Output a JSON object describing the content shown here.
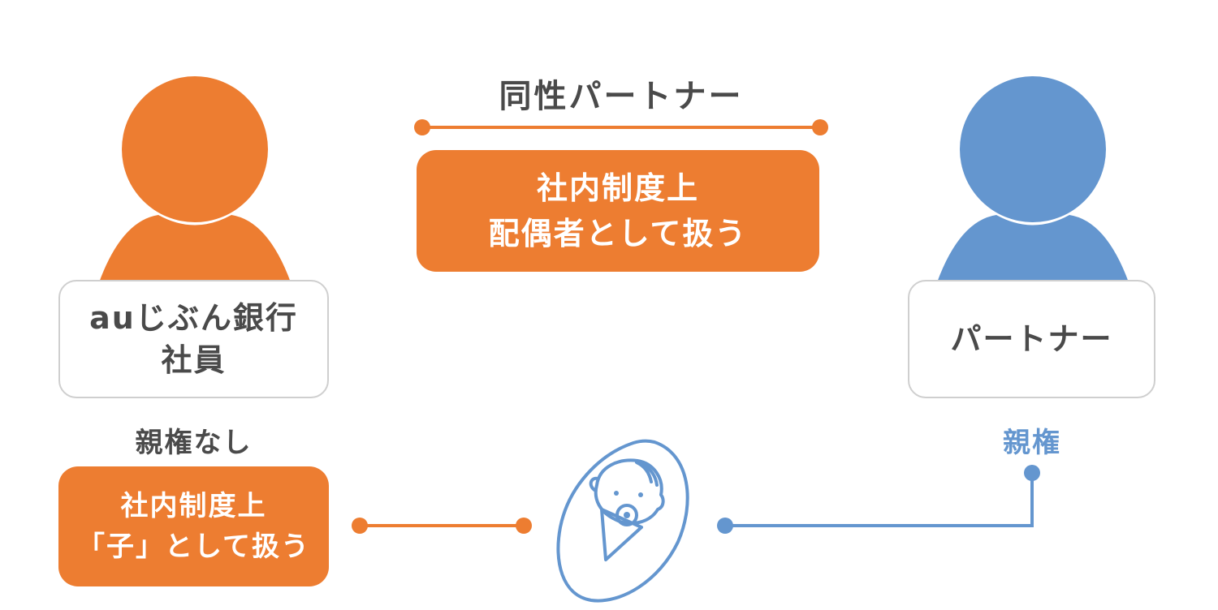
{
  "colors": {
    "orange": "#ED7D31",
    "blue": "#6496CF",
    "text_dark": "#4a4a4a",
    "border_gray": "#cfcfcf"
  },
  "relationship_label": "同性パートナー",
  "spouse_box": {
    "line1": "社内制度上",
    "line2": "配偶者として扱う"
  },
  "employee": {
    "icon": "person-icon",
    "line1": "auじぶん銀行",
    "line2": "社員",
    "custody": "親権なし",
    "child_box": {
      "line1": "社内制度上",
      "line2": "「子」として扱う"
    }
  },
  "partner": {
    "icon": "person-icon",
    "label": "パートナー",
    "custody": "親権"
  },
  "child": {
    "icon": "baby-icon"
  }
}
